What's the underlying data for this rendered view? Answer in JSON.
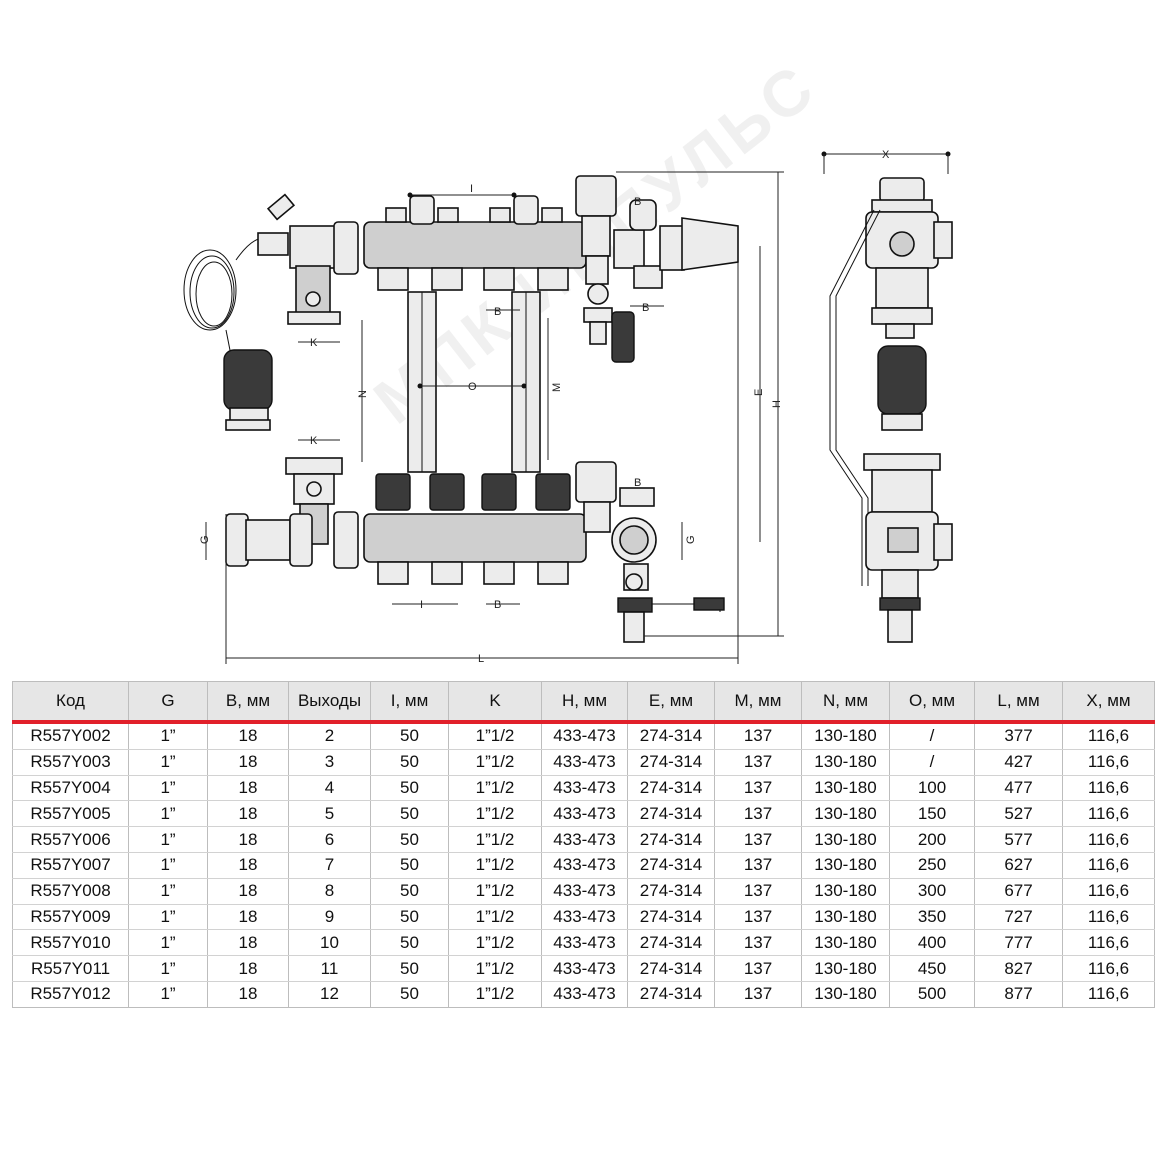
{
  "labels": {
    "top_I": "I",
    "B_top": "B",
    "B_right_top": "B",
    "B_right_mid": "B",
    "B_bottom": "B",
    "K_top": "K",
    "K_mid": "K",
    "N": "N",
    "O": "O",
    "M": "M",
    "E": "E",
    "H": "H",
    "G_left": "G",
    "G_right": "G",
    "I_bottom": "I",
    "L": "L",
    "X": "X"
  },
  "watermark": "МПК ИМПУЛЬС",
  "table": {
    "headers": [
      "Код",
      "G",
      "B, мм",
      "Выходы",
      "I, мм",
      "K",
      "H, мм",
      "E, мм",
      "M, мм",
      "N, мм",
      "O, мм",
      "L, мм",
      "X, мм"
    ],
    "rows": [
      [
        "R557Y002",
        "1”",
        "18",
        "2",
        "50",
        "1”1/2",
        "433-473",
        "274-314",
        "137",
        "130-180",
        "/",
        "377",
        "116,6"
      ],
      [
        "R557Y003",
        "1”",
        "18",
        "3",
        "50",
        "1”1/2",
        "433-473",
        "274-314",
        "137",
        "130-180",
        "/",
        "427",
        "116,6"
      ],
      [
        "R557Y004",
        "1”",
        "18",
        "4",
        "50",
        "1”1/2",
        "433-473",
        "274-314",
        "137",
        "130-180",
        "100",
        "477",
        "116,6"
      ],
      [
        "R557Y005",
        "1”",
        "18",
        "5",
        "50",
        "1”1/2",
        "433-473",
        "274-314",
        "137",
        "130-180",
        "150",
        "527",
        "116,6"
      ],
      [
        "R557Y006",
        "1”",
        "18",
        "6",
        "50",
        "1”1/2",
        "433-473",
        "274-314",
        "137",
        "130-180",
        "200",
        "577",
        "116,6"
      ],
      [
        "R557Y007",
        "1”",
        "18",
        "7",
        "50",
        "1”1/2",
        "433-473",
        "274-314",
        "137",
        "130-180",
        "250",
        "627",
        "116,6"
      ],
      [
        "R557Y008",
        "1”",
        "18",
        "8",
        "50",
        "1”1/2",
        "433-473",
        "274-314",
        "137",
        "130-180",
        "300",
        "677",
        "116,6"
      ],
      [
        "R557Y009",
        "1”",
        "18",
        "9",
        "50",
        "1”1/2",
        "433-473",
        "274-314",
        "137",
        "130-180",
        "350",
        "727",
        "116,6"
      ],
      [
        "R557Y010",
        "1”",
        "18",
        "10",
        "50",
        "1”1/2",
        "433-473",
        "274-314",
        "137",
        "130-180",
        "400",
        "777",
        "116,6"
      ],
      [
        "R557Y011",
        "1”",
        "18",
        "11",
        "50",
        "1”1/2",
        "433-473",
        "274-314",
        "137",
        "130-180",
        "450",
        "827",
        "116,6"
      ],
      [
        "R557Y012",
        "1”",
        "18",
        "12",
        "50",
        "1”1/2",
        "433-473",
        "274-314",
        "137",
        "130-180",
        "500",
        "877",
        "116,6"
      ]
    ]
  }
}
